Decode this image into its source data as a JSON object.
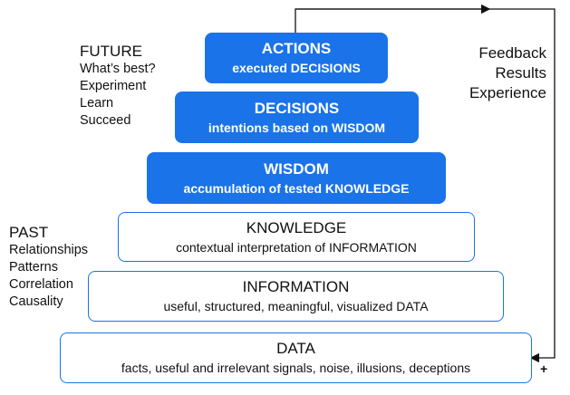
{
  "colors": {
    "accent": "#1a73e8",
    "text": "#111111"
  },
  "future": {
    "heading": "FUTURE",
    "lines": [
      "What’s best?",
      "Experiment",
      "Learn",
      "Succeed"
    ]
  },
  "past": {
    "heading": "PAST",
    "lines": [
      "Relationships",
      "Patterns",
      "Correlation",
      "Causality"
    ]
  },
  "feedback": {
    "lines": [
      "Feedback",
      "Results",
      "Experience"
    ],
    "plus": "+"
  },
  "levels": {
    "actions": {
      "title": "ACTIONS",
      "subtitle": "executed DECISIONS"
    },
    "decisions": {
      "title": "DECISIONS",
      "subtitle": "intentions based on WISDOM"
    },
    "wisdom": {
      "title": "WISDOM",
      "subtitle": "accumulation of tested KNOWLEDGE"
    },
    "knowledge": {
      "title": "KNOWLEDGE",
      "subtitle": "contextual interpretation of INFORMATION"
    },
    "information": {
      "title": "INFORMATION",
      "subtitle": "useful, structured, meaningful, visualized DATA"
    },
    "data": {
      "title": "DATA",
      "subtitle": "facts, useful and irrelevant signals, noise, illusions, deceptions"
    }
  }
}
